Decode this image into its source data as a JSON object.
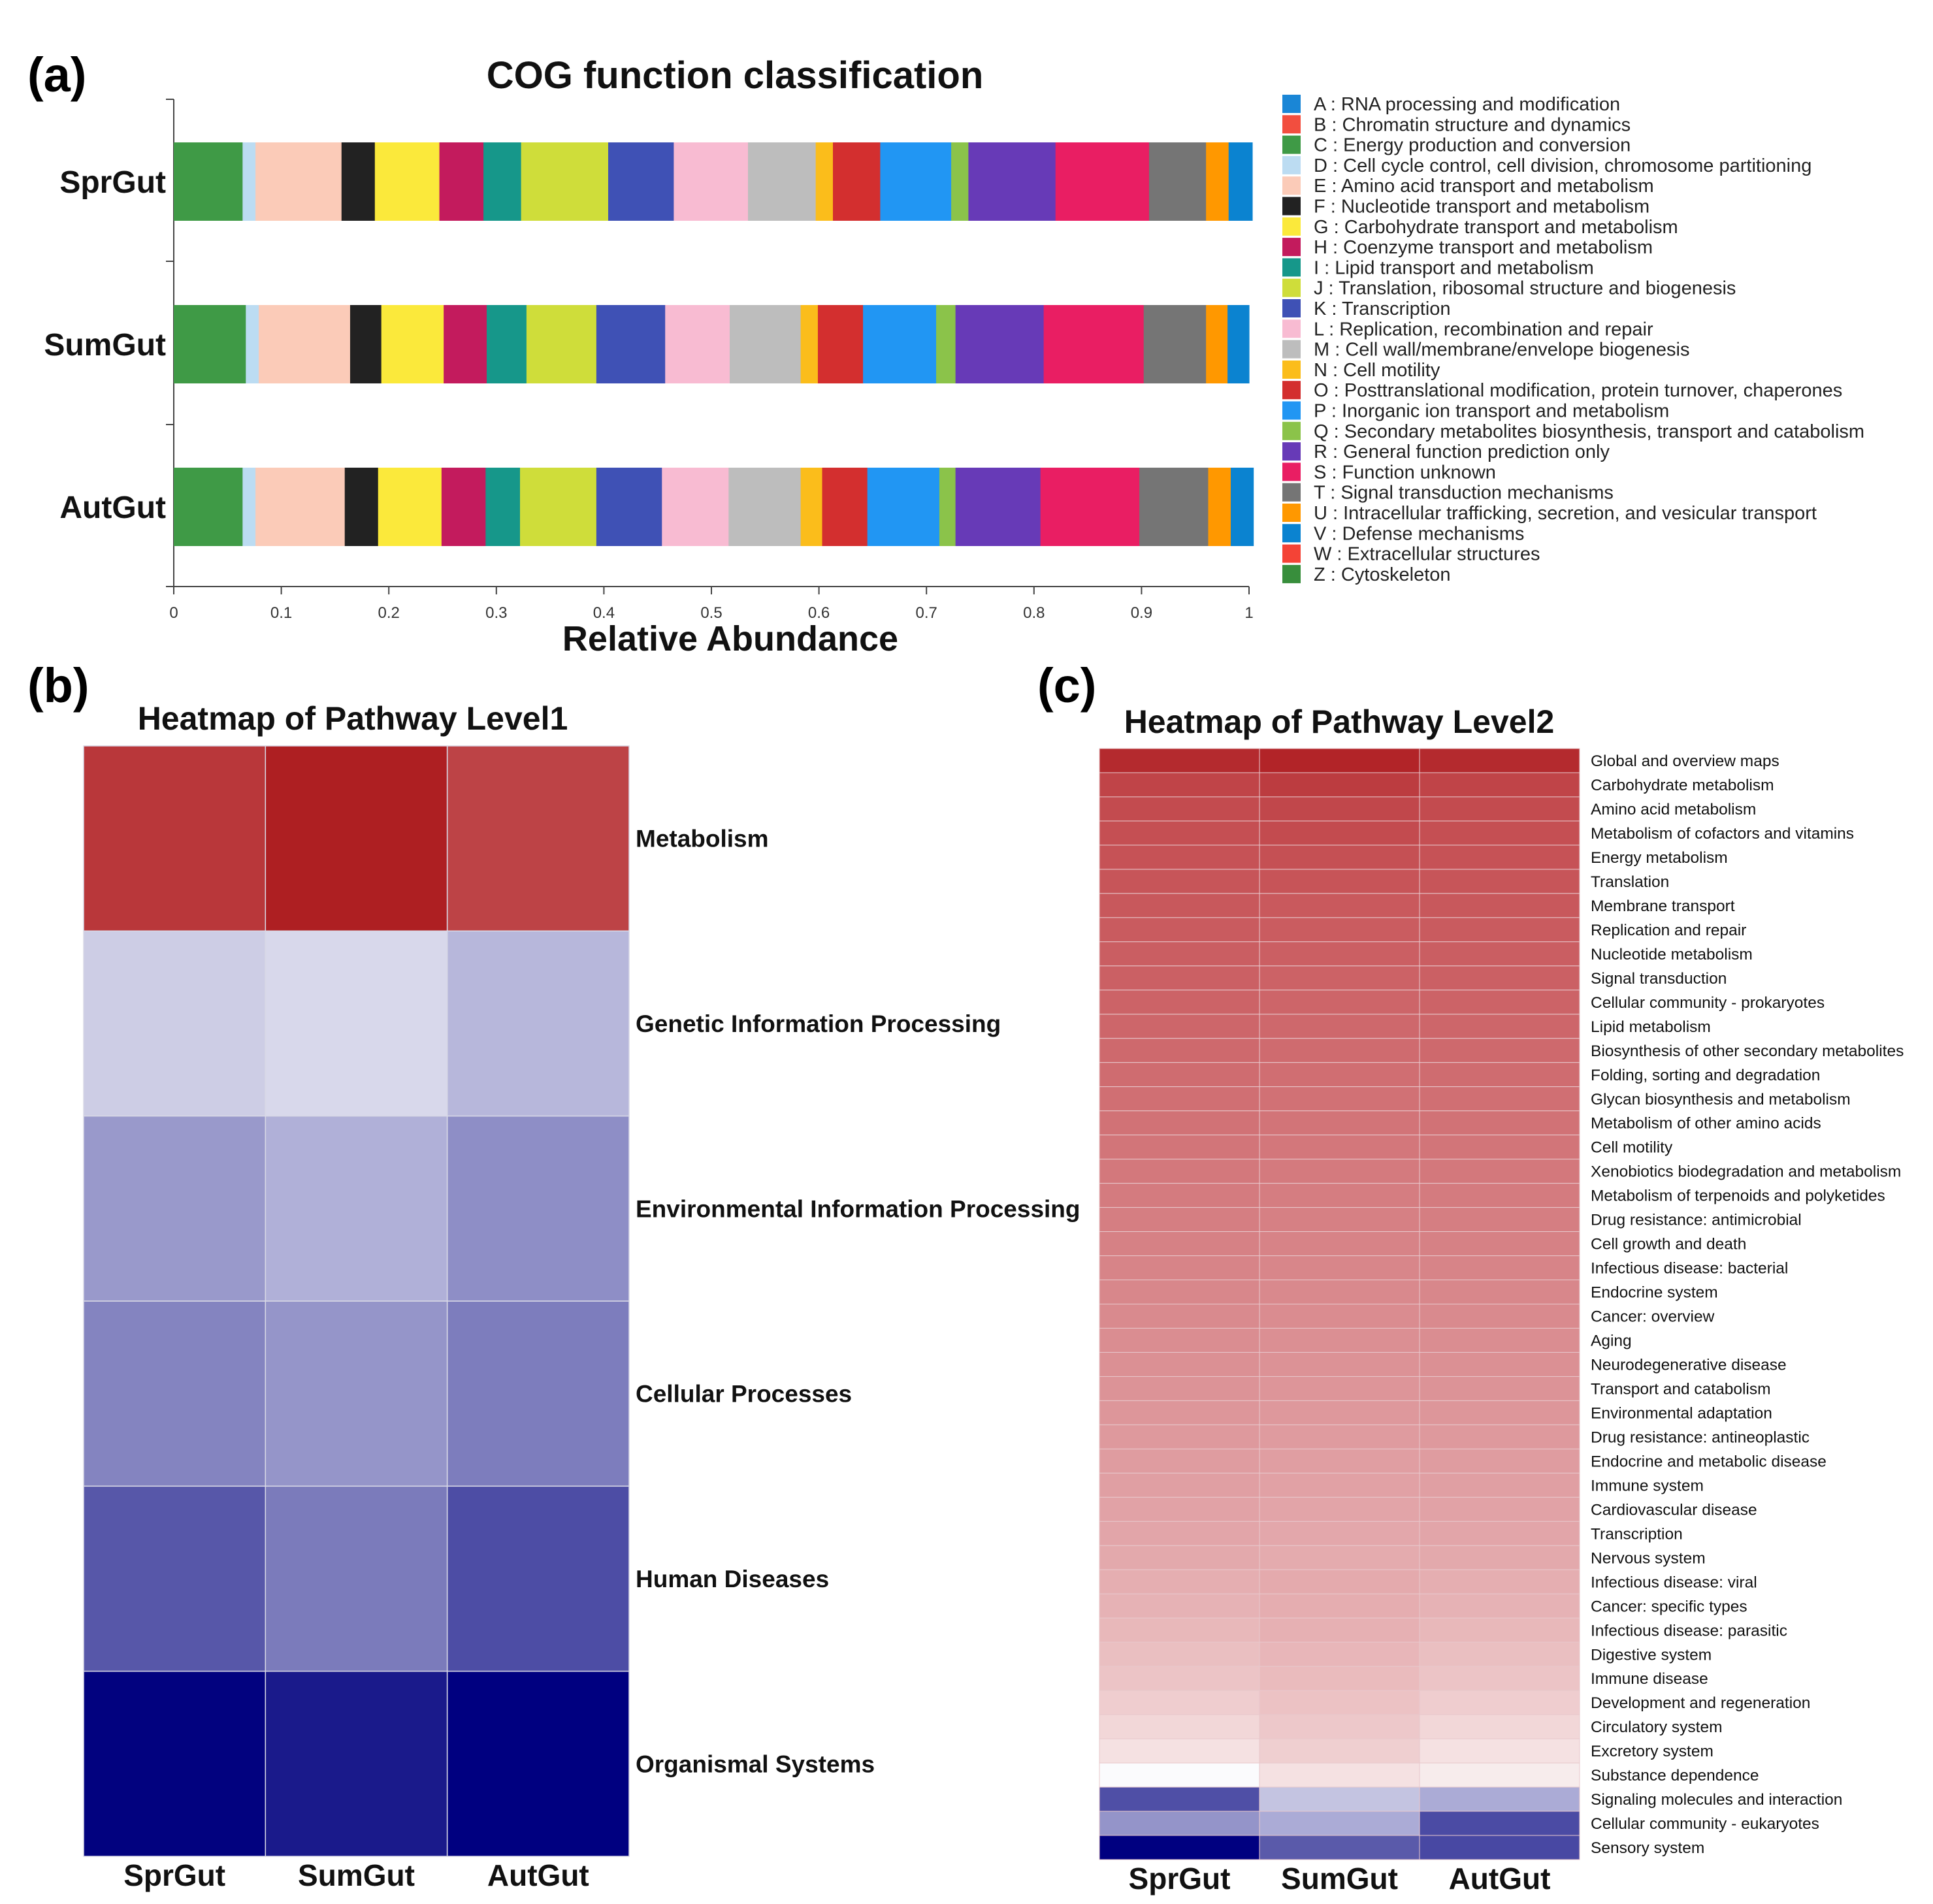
{
  "panels": [
    {
      "letter": "(a)"
    },
    {
      "letter": "(b)"
    },
    {
      "letter": "(c)"
    }
  ],
  "chart_data": [
    {
      "type": "bar",
      "orientation": "horizontal",
      "stacked": true,
      "title": "COG function classification",
      "xlabel": "Relative Abundance",
      "ylabel": "",
      "xlim": [
        0,
        1
      ],
      "xticks": [
        0,
        0.1,
        0.2,
        0.3,
        0.4,
        0.5,
        0.6,
        0.7,
        0.8,
        0.9,
        1
      ],
      "xtick_labels": [
        "0",
        "0.1",
        "0.2",
        "0.3",
        "0.4",
        "0.5",
        "0.6",
        "0.7",
        "0.8",
        "0.9",
        "1"
      ],
      "legend_position": "right",
      "categories": [
        "SprGut",
        "SumGut",
        "AutGut"
      ],
      "series": [
        {
          "letter": "A",
          "desc": "RNA processing and modification",
          "color": "#1a86d6",
          "values": [
            0,
            0,
            0
          ]
        },
        {
          "letter": "B",
          "desc": "Chromatin structure and dynamics",
          "color": "#f24e3f",
          "values": [
            0,
            0,
            0
          ]
        },
        {
          "letter": "C",
          "desc": "Energy production and conversion",
          "color": "#3f9a46",
          "values": [
            0.064,
            0.067,
            0.064
          ]
        },
        {
          "letter": "D",
          "desc": "Cell cycle control, cell division, chromosome partitioning",
          "color": "#bcdcf2",
          "values": [
            0.012,
            0.012,
            0.012
          ]
        },
        {
          "letter": "E",
          "desc": "Amino acid transport and metabolism",
          "color": "#fbcbb8",
          "values": [
            0.08,
            0.085,
            0.083
          ]
        },
        {
          "letter": "F",
          "desc": "Nucleotide transport and metabolism",
          "color": "#222222",
          "values": [
            0.031,
            0.029,
            0.031
          ]
        },
        {
          "letter": "G",
          "desc": "Carbohydrate transport and metabolism",
          "color": "#fbe93b",
          "values": [
            0.06,
            0.058,
            0.059
          ]
        },
        {
          "letter": "H",
          "desc": "Coenzyme transport and metabolism",
          "color": "#c31b5d",
          "values": [
            0.041,
            0.04,
            0.041
          ]
        },
        {
          "letter": "I",
          "desc": "Lipid transport and metabolism",
          "color": "#16978a",
          "values": [
            0.035,
            0.037,
            0.032
          ]
        },
        {
          "letter": "J",
          "desc": "Translation, ribosomal structure and biogenesis",
          "color": "#cfdd3a",
          "values": [
            0.081,
            0.065,
            0.071
          ]
        },
        {
          "letter": "K",
          "desc": "Transcription",
          "color": "#3f51b5",
          "values": [
            0.061,
            0.064,
            0.061
          ]
        },
        {
          "letter": "L",
          "desc": "Replication, recombination and repair",
          "color": "#f8bbd2",
          "values": [
            0.069,
            0.06,
            0.062
          ]
        },
        {
          "letter": "M",
          "desc": "Cell wall/membrane/envelope biogenesis",
          "color": "#bdbdbd",
          "values": [
            0.063,
            0.066,
            0.067
          ]
        },
        {
          "letter": "N",
          "desc": "Cell motility",
          "color": "#fbbd1b",
          "values": [
            0.016,
            0.016,
            0.02
          ]
        },
        {
          "letter": "O",
          "desc": "Posttranslational modification, protein turnover, chaperones",
          "color": "#d32f2f",
          "values": [
            0.044,
            0.042,
            0.042
          ]
        },
        {
          "letter": "P",
          "desc": "Inorganic ion transport and metabolism",
          "color": "#2196f3",
          "values": [
            0.066,
            0.068,
            0.067
          ]
        },
        {
          "letter": "Q",
          "desc": "Secondary metabolites biosynthesis, transport and catabolism",
          "color": "#8bc34a",
          "values": [
            0.016,
            0.018,
            0.015
          ]
        },
        {
          "letter": "R",
          "desc": "General function prediction only",
          "color": "#673ab7",
          "values": [
            0.081,
            0.082,
            0.079
          ]
        },
        {
          "letter": "S",
          "desc": "Function unknown",
          "color": "#e91e63",
          "values": [
            0.087,
            0.093,
            0.092
          ]
        },
        {
          "letter": "T",
          "desc": "Signal transduction mechanisms",
          "color": "#757575",
          "values": [
            0.053,
            0.058,
            0.064
          ]
        },
        {
          "letter": "U",
          "desc": "Intracellular trafficking, secretion, and vesicular transport",
          "color": "#ff9800",
          "values": [
            0.021,
            0.02,
            0.021
          ]
        },
        {
          "letter": "V",
          "desc": "Defense mechanisms",
          "color": "#0b83d0",
          "values": [
            0.022,
            0.02,
            0.021
          ]
        },
        {
          "letter": "W",
          "desc": "Extracellular structures",
          "color": "#f44336",
          "values": [
            0,
            0,
            0
          ]
        },
        {
          "letter": "Z",
          "desc": "Cytoskeleton",
          "color": "#388e3c",
          "values": [
            0,
            0,
            0
          ]
        }
      ]
    },
    {
      "type": "heatmap",
      "title": "Heatmap of Pathway Level1",
      "columns": [
        "SprGut",
        "SumGut",
        "AutGut"
      ],
      "rows": [
        "Metabolism",
        "Genetic Information Processing",
        "Environmental Information Processing",
        "Cellular Processes",
        "Human Diseases",
        "Organismal Systems"
      ],
      "cell_colors": [
        [
          "#b9373a",
          "#ae1f22",
          "#bd4346"
        ],
        [
          "#cdcde5",
          "#d8d8eb",
          "#b7b7db"
        ],
        [
          "#9999cb",
          "#b0b0d8",
          "#8e8ec6"
        ],
        [
          "#8484c0",
          "#9595c9",
          "#7d7dbd"
        ],
        [
          "#5757a9",
          "#7b7bbb",
          "#4d4da5"
        ],
        [
          "#02027f",
          "#1a1a8b",
          "#000080"
        ]
      ]
    },
    {
      "type": "heatmap",
      "title": "Heatmap of Pathway Level2",
      "columns": [
        "SprGut",
        "SumGut",
        "AutGut"
      ],
      "rows": [
        "Global and overview maps",
        "Carbohydrate metabolism",
        "Amino acid metabolism",
        "Metabolism of cofactors and vitamins",
        "Energy metabolism",
        "Translation",
        "Membrane transport",
        "Replication and repair",
        "Nucleotide metabolism",
        "Signal transduction",
        "Cellular community - prokaryotes",
        "Lipid metabolism",
        "Biosynthesis of other secondary metabolites",
        "Folding, sorting and degradation",
        "Glycan biosynthesis and metabolism",
        "Metabolism of other amino acids",
        "Cell motility",
        "Xenobiotics biodegradation and metabolism",
        "Metabolism of terpenoids and polyketides",
        "Drug resistance: antimicrobial",
        "Cell growth and death",
        "Infectious disease: bacterial",
        "Endocrine system",
        "Cancer: overview",
        "Aging",
        "Neurodegenerative disease",
        "Transport and catabolism",
        "Environmental adaptation",
        "Drug resistance: antineoplastic",
        "Endocrine and metabolic disease",
        "Immune system",
        "Cardiovascular disease",
        "Transcription",
        "Nervous system",
        "Infectious disease: viral",
        "Cancer: specific types",
        "Infectious disease: parasitic",
        "Digestive system",
        "Immune disease",
        "Development and regeneration",
        "Circulatory system",
        "Excretory system",
        "Substance dependence",
        "Signaling molecules and interaction",
        "Cellular community - eukaryotes",
        "Sensory system"
      ],
      "cell_colors": [
        [
          "#b42a2e",
          "#b22428",
          "#b42a2e"
        ],
        [
          "#c04448",
          "#bc3c40",
          "#c04448"
        ],
        [
          "#c34b4f",
          "#c1474b",
          "#c34b4f"
        ],
        [
          "#c54f53",
          "#c34b4f",
          "#c54f53"
        ],
        [
          "#c65256",
          "#c55054",
          "#c65256"
        ],
        [
          "#c75559",
          "#c75458",
          "#c75559"
        ],
        [
          "#c8585c",
          "#c9595d",
          "#c8585c"
        ],
        [
          "#c95b5f",
          "#ca5c60",
          "#c95b5f"
        ],
        [
          "#ca5e62",
          "#cb5f63",
          "#ca5e62"
        ],
        [
          "#cb6064",
          "#cc6266",
          "#cb6064"
        ],
        [
          "#cc6367",
          "#cd6569",
          "#cc6367"
        ],
        [
          "#cd666a",
          "#ce686c",
          "#cd666a"
        ],
        [
          "#ce696d",
          "#cf6b6f",
          "#ce696d"
        ],
        [
          "#cf6c70",
          "#d06e72",
          "#cf6c70"
        ],
        [
          "#d06f73",
          "#d17175",
          "#d06f73"
        ],
        [
          "#d17276",
          "#d27478",
          "#d17276"
        ],
        [
          "#d27579",
          "#d3777b",
          "#d27579"
        ],
        [
          "#d3787c",
          "#d47a7e",
          "#d3787c"
        ],
        [
          "#d47b7f",
          "#d57d81",
          "#d47b7f"
        ],
        [
          "#d57e82",
          "#d68084",
          "#d57e82"
        ],
        [
          "#d68185",
          "#d78387",
          "#d68185"
        ],
        [
          "#d78488",
          "#d8868a",
          "#d78488"
        ],
        [
          "#d8878b",
          "#d9898d",
          "#d8878b"
        ],
        [
          "#d98a8e",
          "#da8c90",
          "#d98a8e"
        ],
        [
          "#da8d91",
          "#db8f93",
          "#da8d91"
        ],
        [
          "#db9094",
          "#dc9296",
          "#db9094"
        ],
        [
          "#dc9397",
          "#dd9599",
          "#dc9397"
        ],
        [
          "#dd969a",
          "#de989c",
          "#dd969a"
        ],
        [
          "#de999d",
          "#df9b9f",
          "#de999d"
        ],
        [
          "#df9ca0",
          "#e09ea2",
          "#df9ca0"
        ],
        [
          "#e09fa3",
          "#e1a1a5",
          "#e09fa3"
        ],
        [
          "#e1a2a6",
          "#e2a4a8",
          "#e1a2a6"
        ],
        [
          "#e2a5a9",
          "#e3a7ab",
          "#e2a5a9"
        ],
        [
          "#e3a9ac",
          "#e4abae",
          "#e3a9ac"
        ],
        [
          "#e5aeb1",
          "#e4aaad",
          "#e5aeb1"
        ],
        [
          "#e6b2b5",
          "#e5adb0",
          "#e6b2b5"
        ],
        [
          "#e8b8ba",
          "#e6b0b3",
          "#e8b8ba"
        ],
        [
          "#eabfc1",
          "#e8b6b9",
          "#eabfc1"
        ],
        [
          "#ecc4c6",
          "#eabbbd",
          "#ecc4c6"
        ],
        [
          "#efcdcf",
          "#ecc2c4",
          "#efcdcf"
        ],
        [
          "#f2d7d8",
          "#edc8ca",
          "#f2d7d8"
        ],
        [
          "#f5e1e2",
          "#efcfd0",
          "#f5e1e2"
        ],
        [
          "#fbfbfd",
          "#f5e1e2",
          "#f7ecec"
        ],
        [
          "#4f4fa6",
          "#c4c4e1",
          "#ababd6"
        ],
        [
          "#9494c9",
          "#ababd6",
          "#4b4ba4"
        ],
        [
          "#000080",
          "#5a5aaa",
          "#4848a3"
        ]
      ]
    }
  ]
}
